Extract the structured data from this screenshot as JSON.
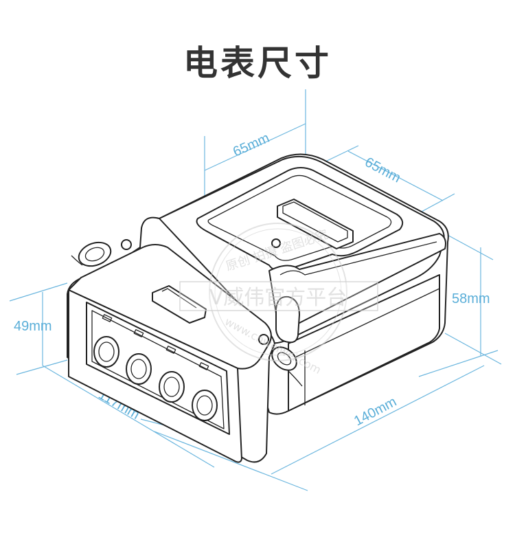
{
  "title": "电表尺寸",
  "dimensions": {
    "top_width": "65mm",
    "top_depth": "65mm",
    "right_height": "58mm",
    "left_height": "49mm",
    "bottom_width": "117mm",
    "bottom_depth": "140mm"
  },
  "watermark": {
    "brand": "V威伟官方平台",
    "arc_top": "原创 拍摄 盗图必究",
    "arc_bottom": "www.cnweiwei.com"
  },
  "colors": {
    "dimension": "#5aaed8",
    "outline": "#222222",
    "title": "#333333"
  }
}
